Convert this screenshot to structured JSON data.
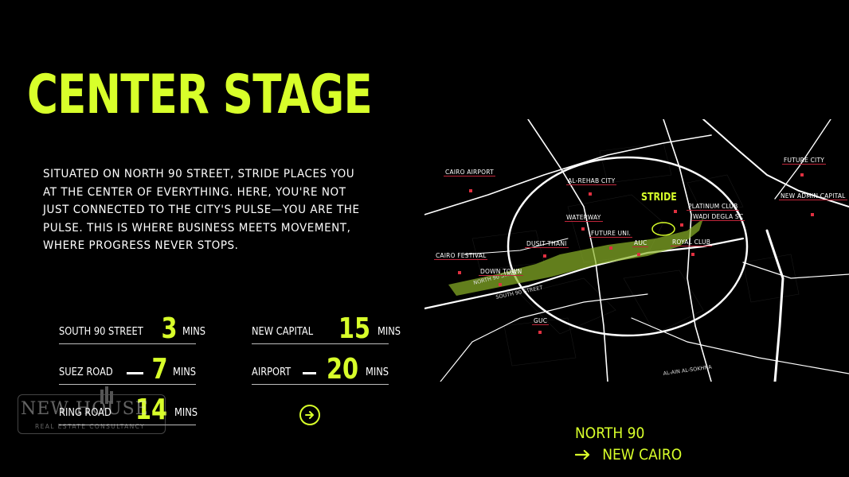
{
  "header": {
    "title": "CENTER STAGE"
  },
  "intro": {
    "text": "SITUATED ON NORTH 90 STREET, STRIDE PLACES YOU AT THE CENTER OF EVERYTHING. HERE, YOU'RE NOT JUST CONNECTED TO THE CITY'S PULSE—YOU ARE THE PULSE. THIS IS WHERE BUSINESS MEETS MOVEMENT, WHERE PROGRESS NEVER STOPS."
  },
  "distances": [
    {
      "label": "SOUTH 90 STREET",
      "value": "3",
      "unit": "MINS"
    },
    {
      "label": "SUEZ ROAD",
      "value": "7",
      "unit": "MINS"
    },
    {
      "label": "RING ROAD",
      "value": "14",
      "unit": "MINS"
    },
    {
      "label": "NEW CAPITAL",
      "value": "15",
      "unit": "MINS"
    },
    {
      "label": "AIRPORT",
      "value": "20",
      "unit": "MINS"
    }
  ],
  "watermark": {
    "name": "NEW HOUSE",
    "tagline": "REAL ESTATE CONSULTANCY"
  },
  "map": {
    "stride_label": "STRIDE",
    "places": [
      "CAIRO AIRPORT",
      "AL-REHAB CITY",
      "WATERWAY",
      "DUSIT THANI",
      "FUTURE UNI.",
      "AUC",
      "CAIRO FESTIVAL",
      "DOWN TOWN",
      "GUC",
      "PLATINUM CLUB",
      "WADI DEGLA SC",
      "ROYAL CLUB",
      "FUTURE CITY",
      "NEW ADMIN CAPITAL"
    ],
    "road_labels": [
      "NORTH 90 STREET",
      "SOUTH 90 STREET",
      "AL-AIN AL-SOKHNA"
    ]
  },
  "location": {
    "line1": "NORTH 90",
    "line2": "NEW CAIRO"
  },
  "colors": {
    "accent": "#d8ff2a",
    "background": "#000000",
    "pin": "#e03040"
  }
}
